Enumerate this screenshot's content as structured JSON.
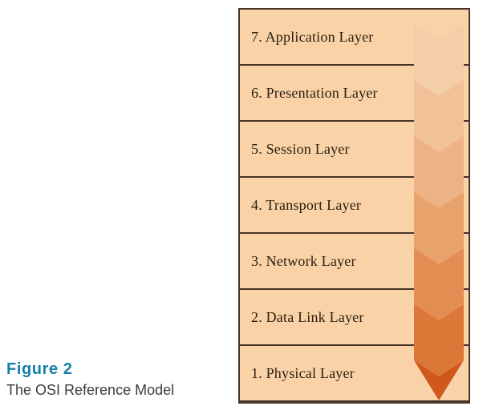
{
  "figure": {
    "label": "Figure 2",
    "title": "The OSI Reference Model"
  },
  "layers": [
    "7. Application Layer",
    "6. Presentation Layer",
    "5. Session Layer",
    "4. Transport Layer",
    "3. Network Layer",
    "2. Data Link Layer",
    "1. Physical Layer"
  ],
  "colors": {
    "row_background": "#f9d3a7",
    "table_border": "#453428",
    "caption_accent": "#157fa8",
    "caption_text": "#3c3c3c"
  },
  "arrow": {
    "name": "layer-flow-arrow",
    "direction": "down",
    "colors": [
      "#f4cda9",
      "#f1c197",
      "#edb384",
      "#e8a26c",
      "#e28e52",
      "#db7838",
      "#d2571c"
    ]
  }
}
